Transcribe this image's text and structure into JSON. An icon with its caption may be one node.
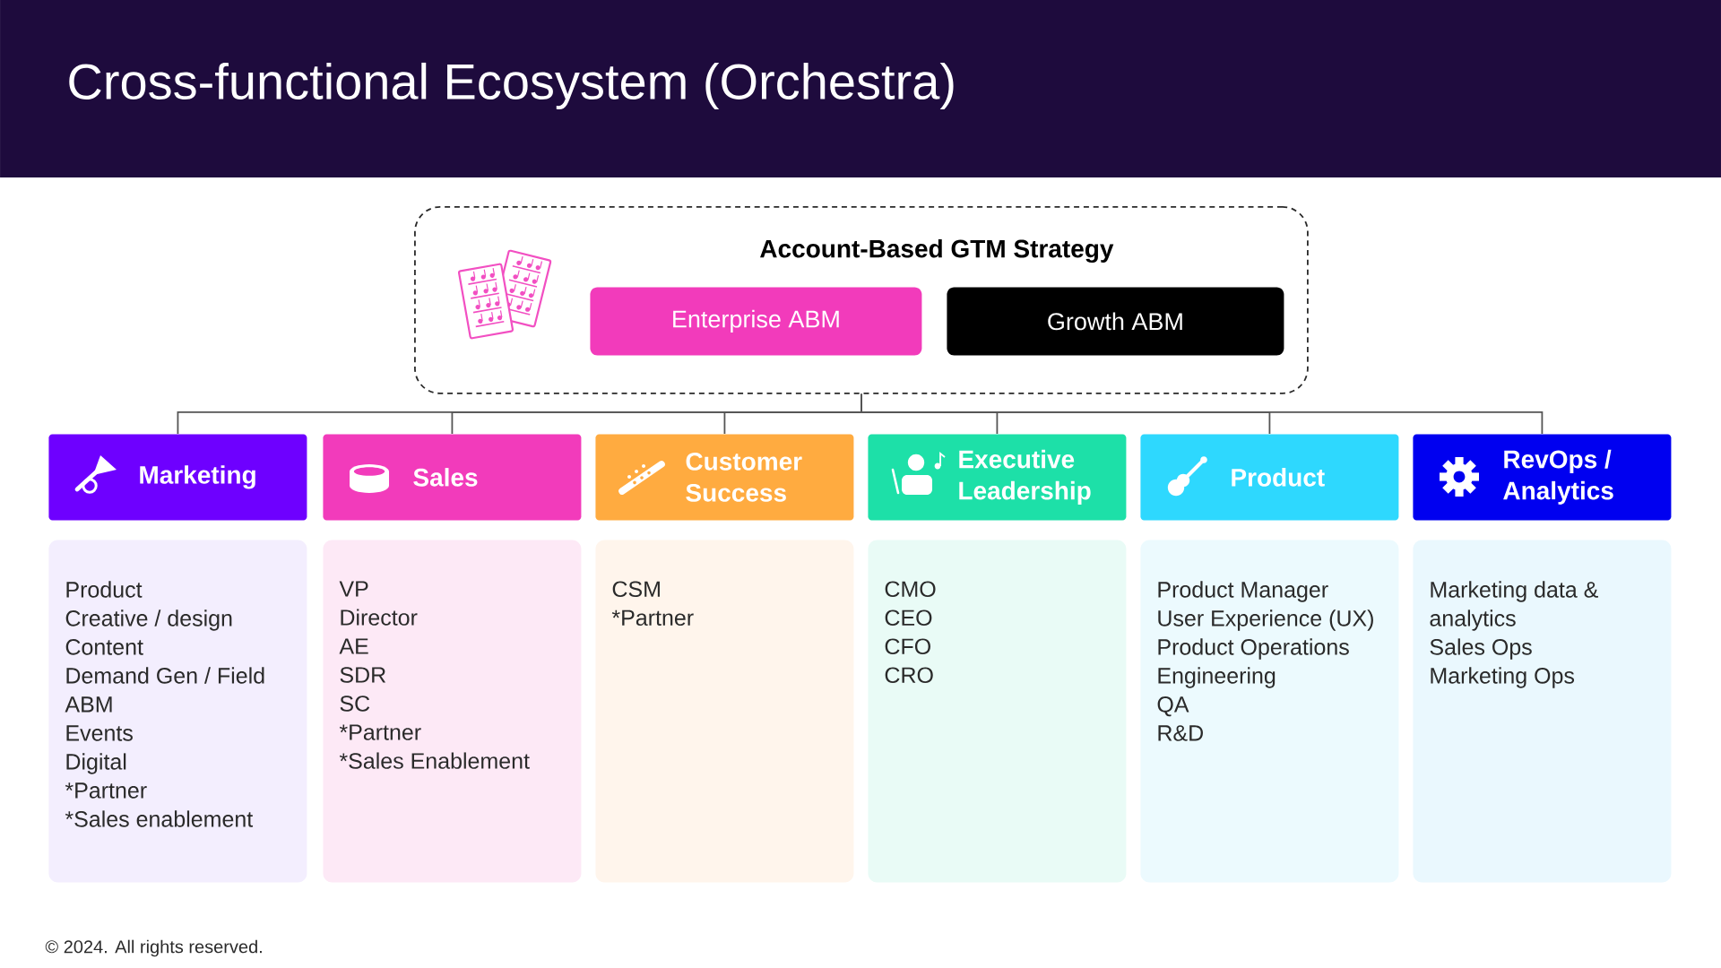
{
  "diagram": {
    "title": "Cross-functional Ecosystem (Orchestra)",
    "nodes": [
      {
        "text": [
          "Account-Based GTM Strategy"
        ]
      },
      {
        "text": [
          "Enterprise ABM"
        ],
        "in": 0
      },
      {
        "text": [
          "Growth ABM"
        ],
        "in": 0
      },
      {
        "text": [
          "Marketing"
        ]
      },
      {
        "text": [
          "Sales"
        ]
      },
      {
        "text": [
          "Customer Success"
        ]
      },
      {
        "text": [
          "Executive Leadership"
        ]
      },
      {
        "text": [
          "Product"
        ]
      },
      {
        "text": [
          "RevOps / Analytics"
        ]
      },
      {
        "text": [
          "Product",
          "Creative / design",
          "Content",
          "Demand Gen / Field",
          "ABM",
          "Events",
          "Digital",
          "*Partner",
          "*Sales enablement"
        ]
      },
      {
        "text": [
          "VP",
          "Director",
          "AE",
          "SDR",
          "SC",
          "*Partner",
          "*Sales Enablement"
        ]
      },
      {
        "text": [
          "CSM",
          "*Partner"
        ]
      },
      {
        "text": [
          "CMO",
          "CEO",
          "CFO",
          "CRO"
        ]
      },
      {
        "text": [
          "Product Manager",
          "User Experience (UX)",
          "Product Operations",
          "Engineering",
          "QA",
          "R&D"
        ]
      },
      {
        "text": [
          "Marketing data & analytics",
          "Sales Ops",
          "Marketing Ops"
        ]
      }
    ],
    "edges": [
      {
        "from": 0,
        "to": 3,
        "arrow": "none"
      },
      {
        "from": 0,
        "to": 4,
        "arrow": "none"
      },
      {
        "from": 0,
        "to": 5,
        "arrow": "none"
      },
      {
        "from": 0,
        "to": 6,
        "arrow": "none"
      },
      {
        "from": 0,
        "to": 7,
        "arrow": "none"
      },
      {
        "from": 0,
        "to": 8,
        "arrow": "none"
      }
    ],
    "labels": [
      "© 2024. All rights reserved."
    ]
  }
}
